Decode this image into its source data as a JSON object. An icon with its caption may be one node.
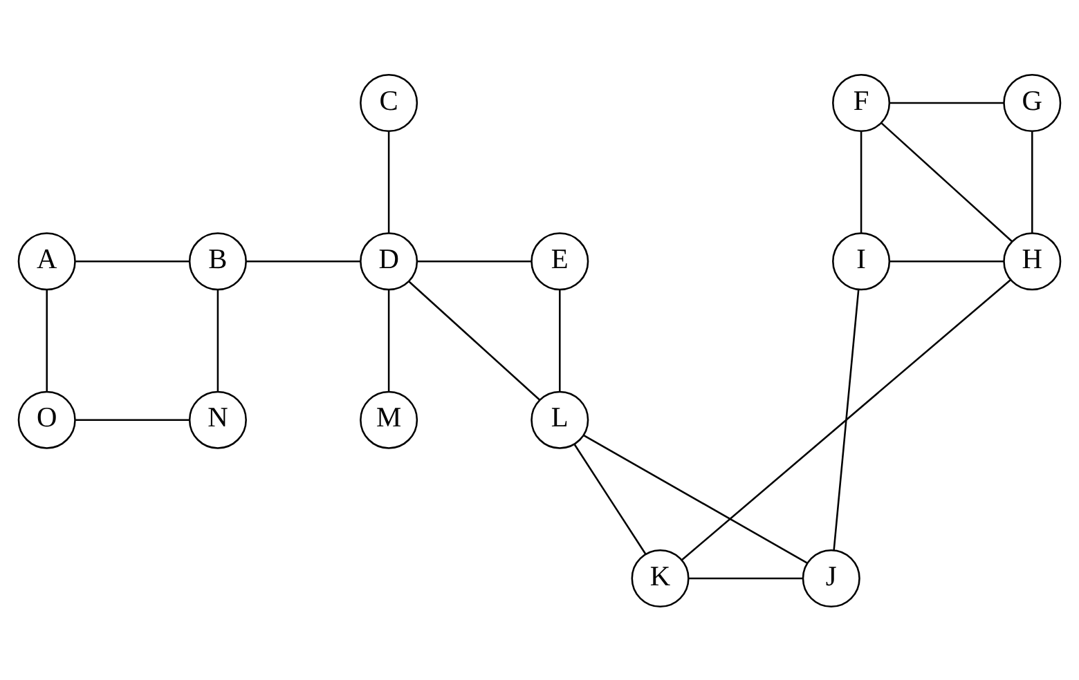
{
  "diagram": {
    "nodes": [
      {
        "text": [
          "C"
        ]
      },
      {
        "text": [
          "F"
        ]
      },
      {
        "text": [
          "G"
        ]
      },
      {
        "text": [
          "A"
        ]
      },
      {
        "text": [
          "B"
        ]
      },
      {
        "text": [
          "D"
        ]
      },
      {
        "text": [
          "E"
        ]
      },
      {
        "text": [
          "I"
        ]
      },
      {
        "text": [
          "H"
        ]
      },
      {
        "text": [
          "O"
        ]
      },
      {
        "text": [
          "N"
        ]
      },
      {
        "text": [
          "M"
        ]
      },
      {
        "text": [
          "L"
        ]
      },
      {
        "text": [
          "K"
        ]
      },
      {
        "text": [
          "J"
        ]
      }
    ],
    "edges": [
      {
        "from": 0,
        "to": 5,
        "arrow": "none"
      },
      {
        "from": 1,
        "to": 2,
        "arrow": "none"
      },
      {
        "from": 1,
        "to": 7,
        "arrow": "none"
      },
      {
        "from": 1,
        "to": 8,
        "arrow": "none"
      },
      {
        "from": 2,
        "to": 8,
        "arrow": "none"
      },
      {
        "from": 3,
        "to": 4,
        "arrow": "none"
      },
      {
        "from": 4,
        "to": 5,
        "arrow": "none"
      },
      {
        "from": 5,
        "to": 6,
        "arrow": "none"
      },
      {
        "from": 7,
        "to": 8,
        "arrow": "none"
      },
      {
        "from": 3,
        "to": 9,
        "arrow": "none"
      },
      {
        "from": 4,
        "to": 10,
        "arrow": "none"
      },
      {
        "from": 5,
        "to": 11,
        "arrow": "none"
      },
      {
        "from": 5,
        "to": 12,
        "arrow": "none"
      },
      {
        "from": 6,
        "to": 12,
        "arrow": "none"
      },
      {
        "from": 7,
        "to": 14,
        "arrow": "none"
      },
      {
        "from": 8,
        "to": 13,
        "arrow": "none"
      },
      {
        "from": 9,
        "to": 10,
        "arrow": "none"
      },
      {
        "from": 12,
        "to": 13,
        "arrow": "none"
      },
      {
        "from": 12,
        "to": 14,
        "arrow": "none"
      },
      {
        "from": 13,
        "to": 14,
        "arrow": "none"
      }
    ]
  }
}
